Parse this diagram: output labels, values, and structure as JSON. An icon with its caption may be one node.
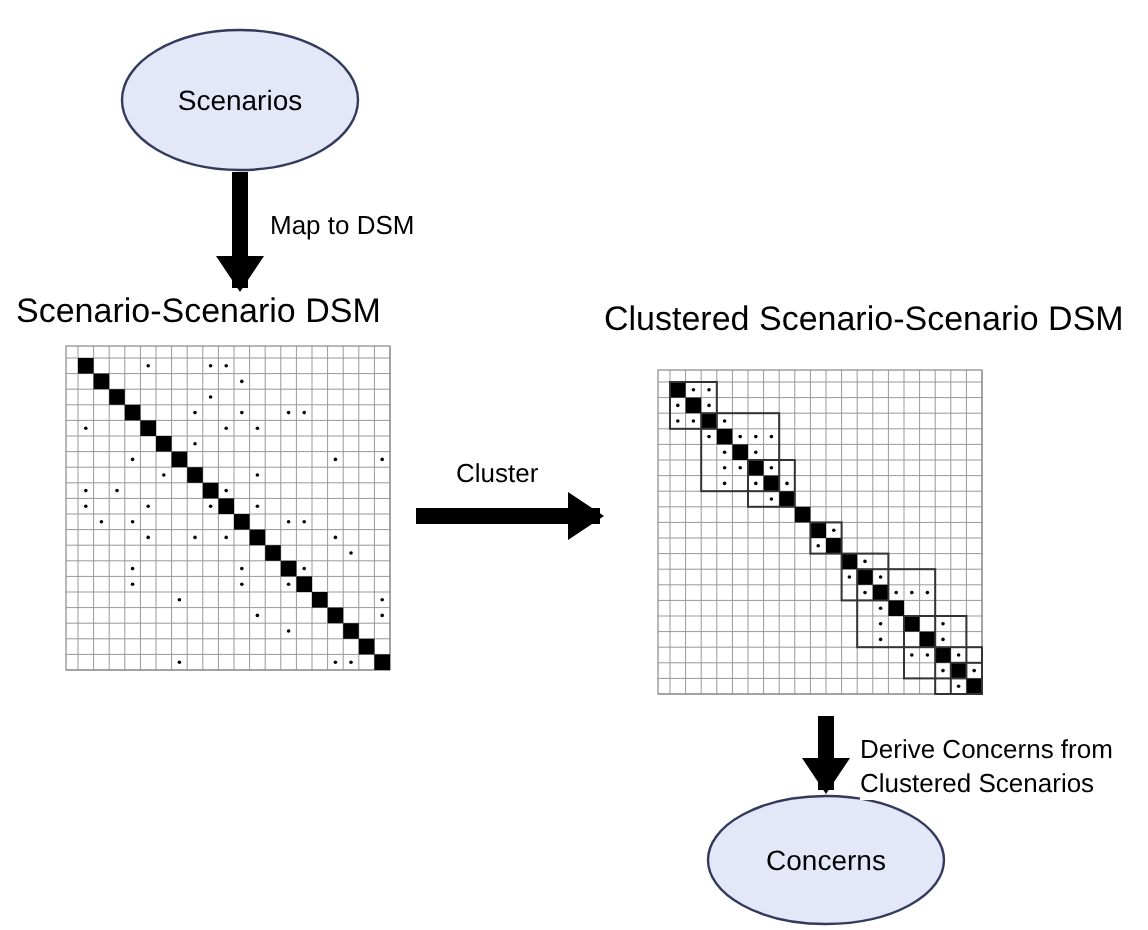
{
  "diagram": {
    "nodes": [
      {
        "text": [
          "Scenarios"
        ]
      },
      {
        "text": [
          "Scenario-Scenario DSM"
        ]
      },
      {
        "text": [
          "Clustered Scenario-Scenario DSM"
        ]
      },
      {
        "text": [
          "Concerns"
        ]
      }
    ],
    "edges": [
      {
        "from": 0,
        "to": 1,
        "arrow": "to",
        "label": "Map to DSM"
      },
      {
        "from": 1,
        "to": 2,
        "arrow": "to",
        "label": "Cluster"
      },
      {
        "from": 2,
        "to": 3,
        "arrow": "to",
        "label": "Derive Concerns from Clustered Scenarios"
      }
    ]
  }
}
